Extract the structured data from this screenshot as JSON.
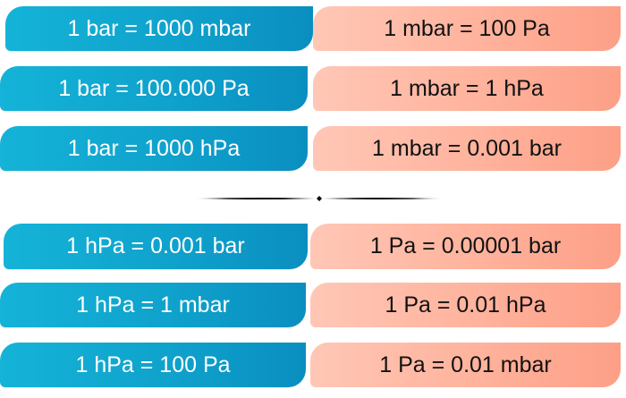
{
  "top": {
    "left": [
      {
        "text": "1 bar = 1000 mbar"
      },
      {
        "text": "1 bar = 100.000 Pa"
      },
      {
        "text": "1 bar = 1000 hPa"
      }
    ],
    "right": [
      {
        "text": "1 mbar = 100 Pa"
      },
      {
        "text": "1 mbar = 1 hPa"
      },
      {
        "text": "1 mbar = 0.001 bar"
      }
    ]
  },
  "bottom": {
    "left": [
      {
        "text": "1 hPa = 0.001 bar"
      },
      {
        "text": "1 hPa = 1 mbar"
      },
      {
        "text": "1 hPa = 100 Pa"
      }
    ],
    "right": [
      {
        "text": "1 Pa = 0.00001 bar"
      },
      {
        "text": "1 Pa = 0.01 hPa"
      },
      {
        "text": "1 Pa = 0.01 mbar"
      }
    ]
  },
  "colors": {
    "blue": "#0fa2cc",
    "salmon": "#ffb29c",
    "divider": "#000000"
  }
}
